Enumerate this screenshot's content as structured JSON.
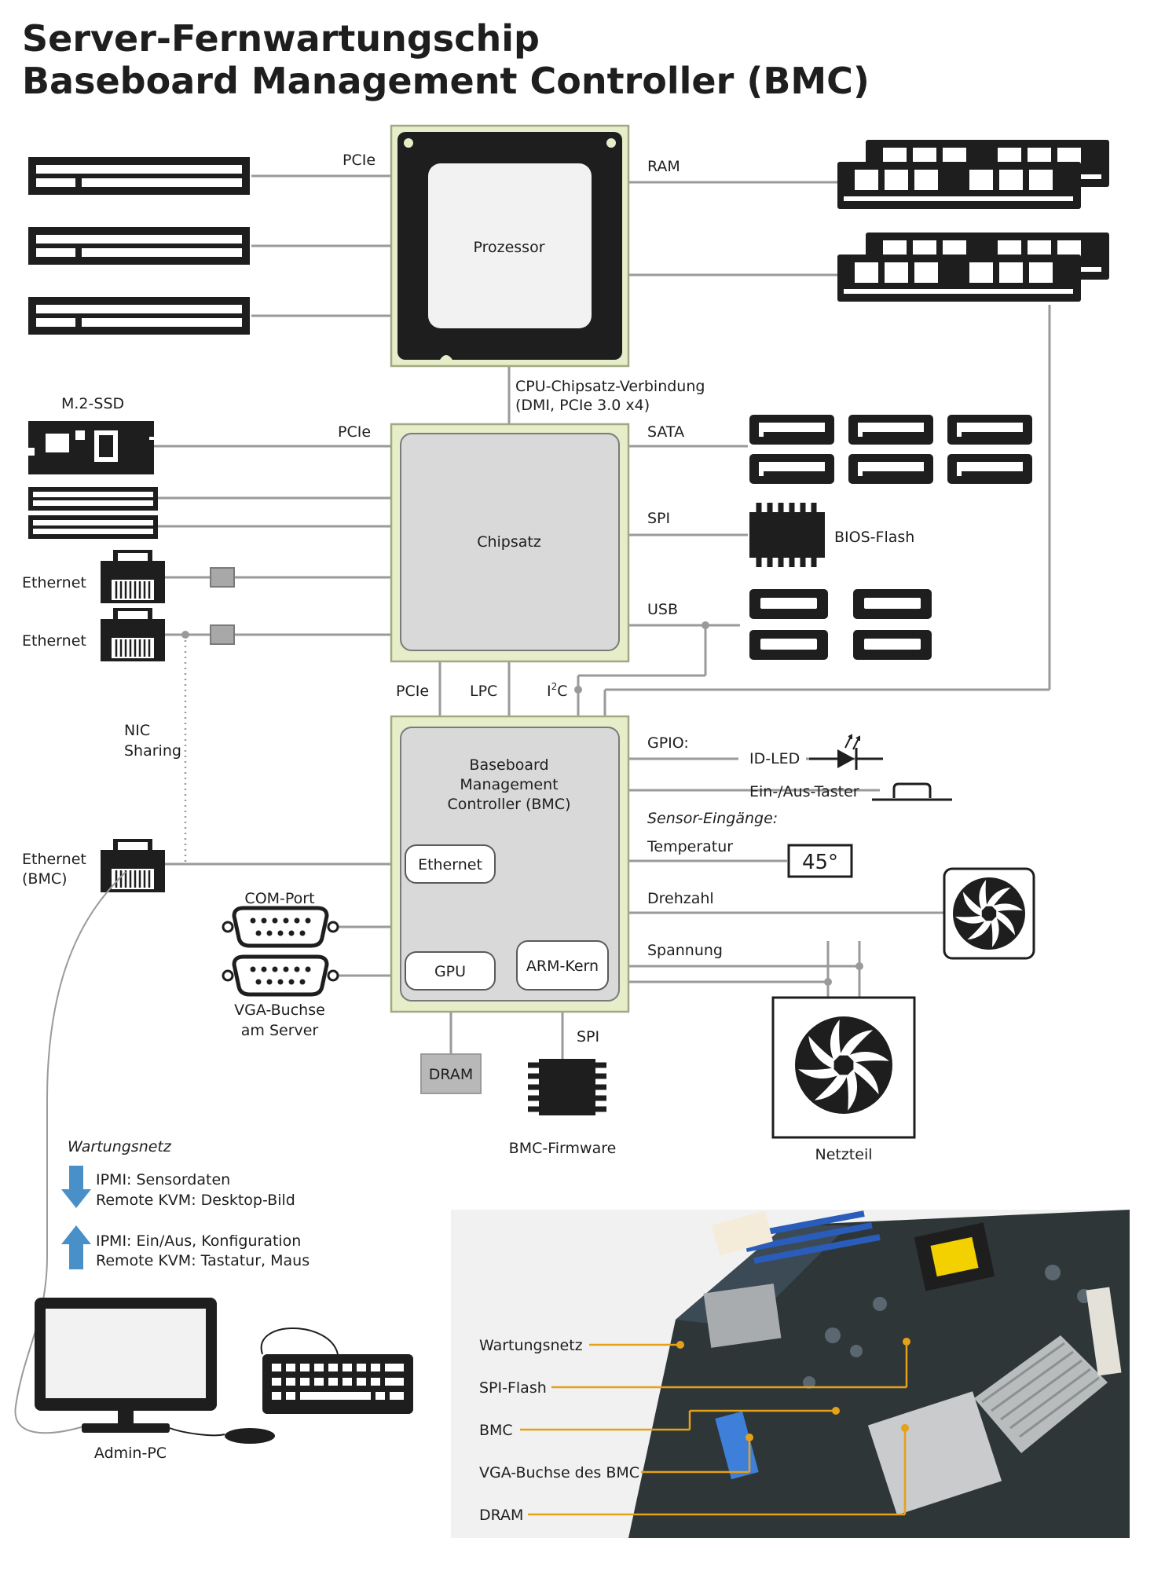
{
  "title": {
    "line1": "Server-Fernwartungschip",
    "line2": "Baseboard Management Controller (BMC)"
  },
  "components": {
    "processor": "Prozessor",
    "chipset": "Chipsatz",
    "bmc_line1": "Baseboard",
    "bmc_line2": "Management",
    "bmc_line3": "Controller (BMC)",
    "bmc_ethernet": "Ethernet",
    "bmc_gpu": "GPU",
    "bmc_arm": "ARM-Kern",
    "dram": "DRAM",
    "bmc_firmware": "BMC-Firmware",
    "bios_flash": "BIOS-Flash",
    "psu": "Netzteil",
    "m2_ssd": "M.2-SSD",
    "com_port": "COM-Port",
    "vga_line1": "VGA-Buchse",
    "vga_line2": "am Server",
    "admin_pc": "Admin-PC",
    "temperature_display": "45°"
  },
  "links": {
    "pcie_cpu": "PCIe",
    "ram": "RAM",
    "dmi_line1": "CPU-Chipsatz-Verbindung",
    "dmi_line2": "(DMI, PCIe 3.0 x4)",
    "pcie_chipset": "PCIe",
    "sata": "SATA",
    "spi": "SPI",
    "usb": "USB",
    "pcie_bmc": "PCIe",
    "lpc": "LPC",
    "i2c_base": "I",
    "i2c_sup": "2",
    "i2c_end": "C",
    "spi_bmc": "SPI",
    "ethernet1": "Ethernet",
    "ethernet2": "Ethernet",
    "nic_line1": "NIC",
    "nic_line2": "Sharing",
    "ethernet_bmc_line1": "Ethernet",
    "ethernet_bmc_line2": "(BMC)"
  },
  "gpio": {
    "label": "GPIO:",
    "id_led": "ID-LED",
    "power_button": "Ein-/Aus-Taster",
    "sensor_inputs": "Sensor-Eingänge:",
    "temperature": "Temperatur",
    "fan_speed": "Drehzahl",
    "voltage": "Spannung"
  },
  "maintenance": {
    "title": "Wartungsnetz",
    "down_line1": "IPMI: Sensordaten",
    "down_line2": "Remote KVM: Desktop-Bild",
    "up_line1": "IPMI: Ein/Aus, Konfiguration",
    "up_line2": "Remote KVM: Tastatur, Maus"
  },
  "photo_labels": [
    "Wartungsnetz",
    "SPI-Flash",
    "BMC",
    "VGA-Buchse des BMC",
    "DRAM"
  ],
  "colors": {
    "ink": "#1e1e1e",
    "chip_border": "#e5edc9",
    "chip_edge": "#a2a882",
    "chip_inner": "#d9d9d9",
    "line": "#9a9a9a",
    "arrow_blue": "#4a90c8",
    "callout_orange": "#e6a117",
    "photo_bg": "#f1f1f1"
  }
}
